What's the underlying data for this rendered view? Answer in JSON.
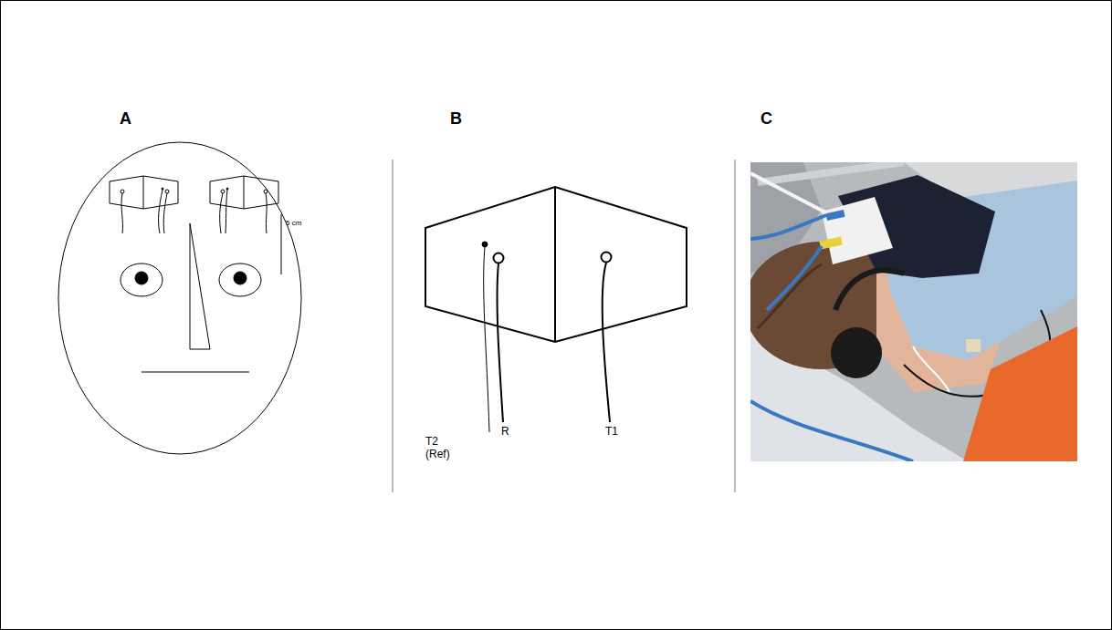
{
  "diagram": {
    "labels": [
      "A",
      "B",
      "C",
      "5 cm",
      "T2 (Ref)",
      "R",
      "T1"
    ]
  }
}
